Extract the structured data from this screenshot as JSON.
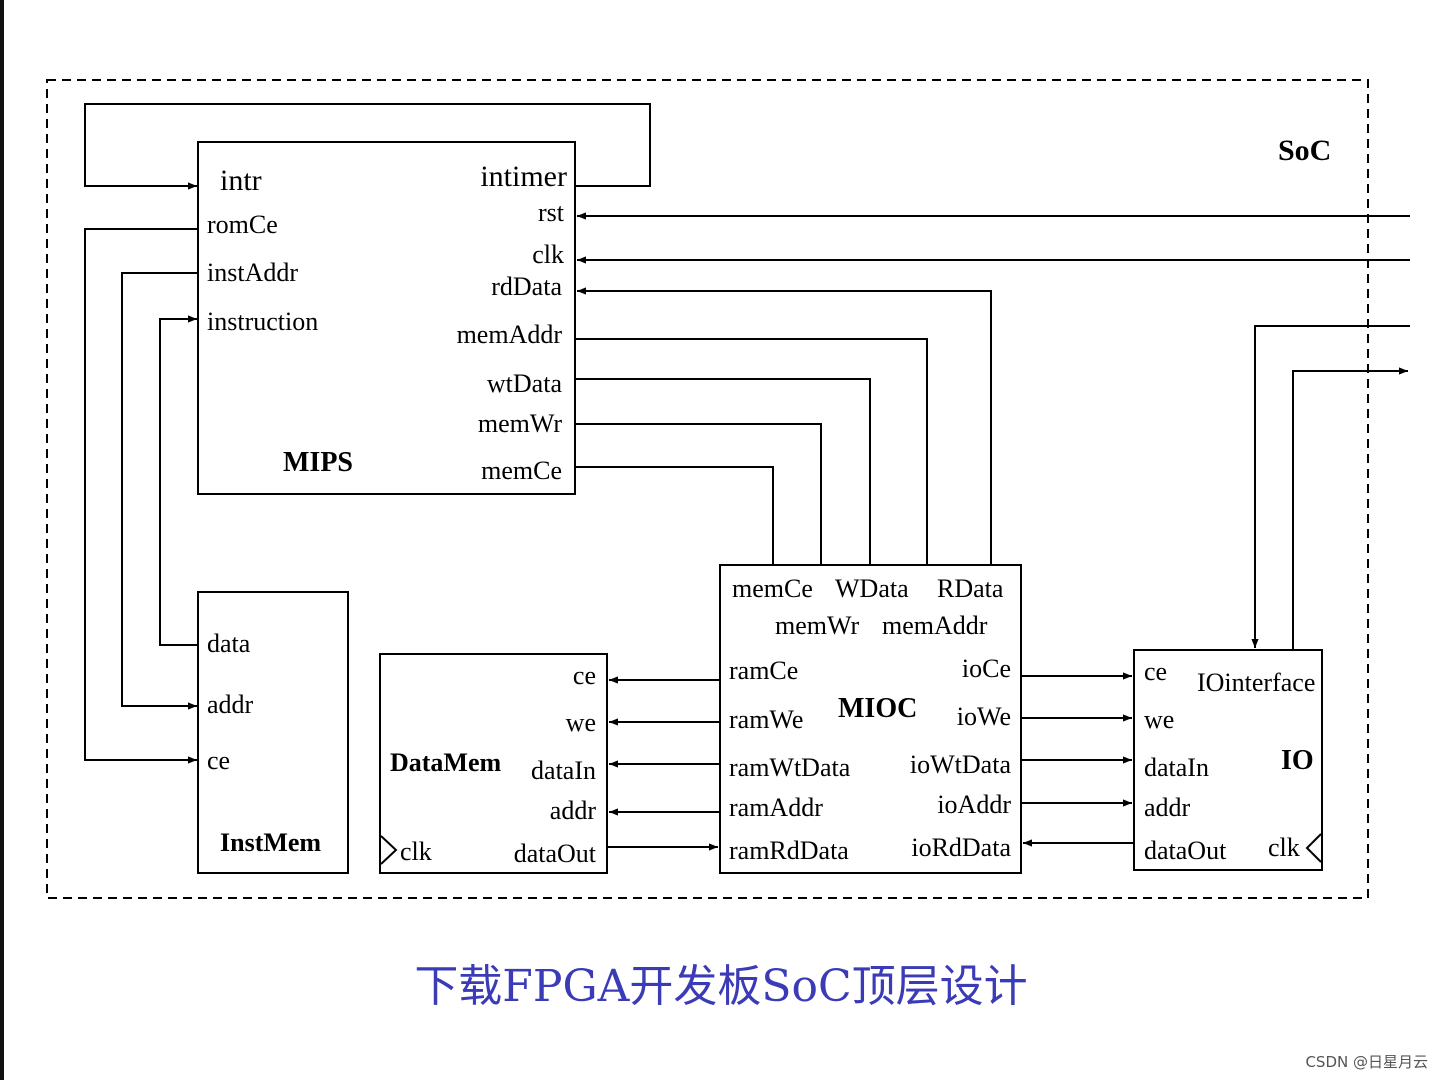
{
  "soc_label": "SoC",
  "mips": {
    "title": "MIPS",
    "ports": {
      "intr": "intr",
      "romCe": "romCe",
      "instAddr": "instAddr",
      "instruction": "instruction",
      "intimer": "intimer",
      "rst": "rst",
      "clk": "clk",
      "rdData": "rdData",
      "memAddr": "memAddr",
      "wtData": "wtData",
      "memWr": "memWr",
      "memCe": "memCe"
    }
  },
  "instmem": {
    "title": "InstMem",
    "ports": {
      "data": "data",
      "addr": "addr",
      "ce": "ce"
    }
  },
  "datamem": {
    "title": "DataMem",
    "ports": {
      "ce": "ce",
      "we": "we",
      "dataIn": "dataIn",
      "addr": "addr",
      "clk": "clk",
      "dataOut": "dataOut"
    }
  },
  "mioc": {
    "title": "MIOC",
    "ports": {
      "memCe": "memCe",
      "WData": "WData",
      "RData": "RData",
      "memWr": "memWr",
      "memAddr": "memAddr",
      "ramCe": "ramCe",
      "ramWe": "ramWe",
      "ramWtData": "ramWtData",
      "ramAddr": "ramAddr",
      "ramRdData": "ramRdData",
      "ioCe": "ioCe",
      "ioWe": "ioWe",
      "ioWtData": "ioWtData",
      "ioAddr": "ioAddr",
      "ioRdData": "ioRdData"
    }
  },
  "io": {
    "title": "IO",
    "ports": {
      "ce": "ce",
      "IOinterface": "IOinterface",
      "we": "we",
      "dataIn": "dataIn",
      "addr": "addr",
      "dataOut": "dataOut",
      "clk": "clk"
    }
  },
  "caption": "下载FPGA开发板SoC顶层设计",
  "watermark": "CSDN @日星月云",
  "colors": {
    "caption": "#3b3bb8",
    "line": "#000000"
  }
}
